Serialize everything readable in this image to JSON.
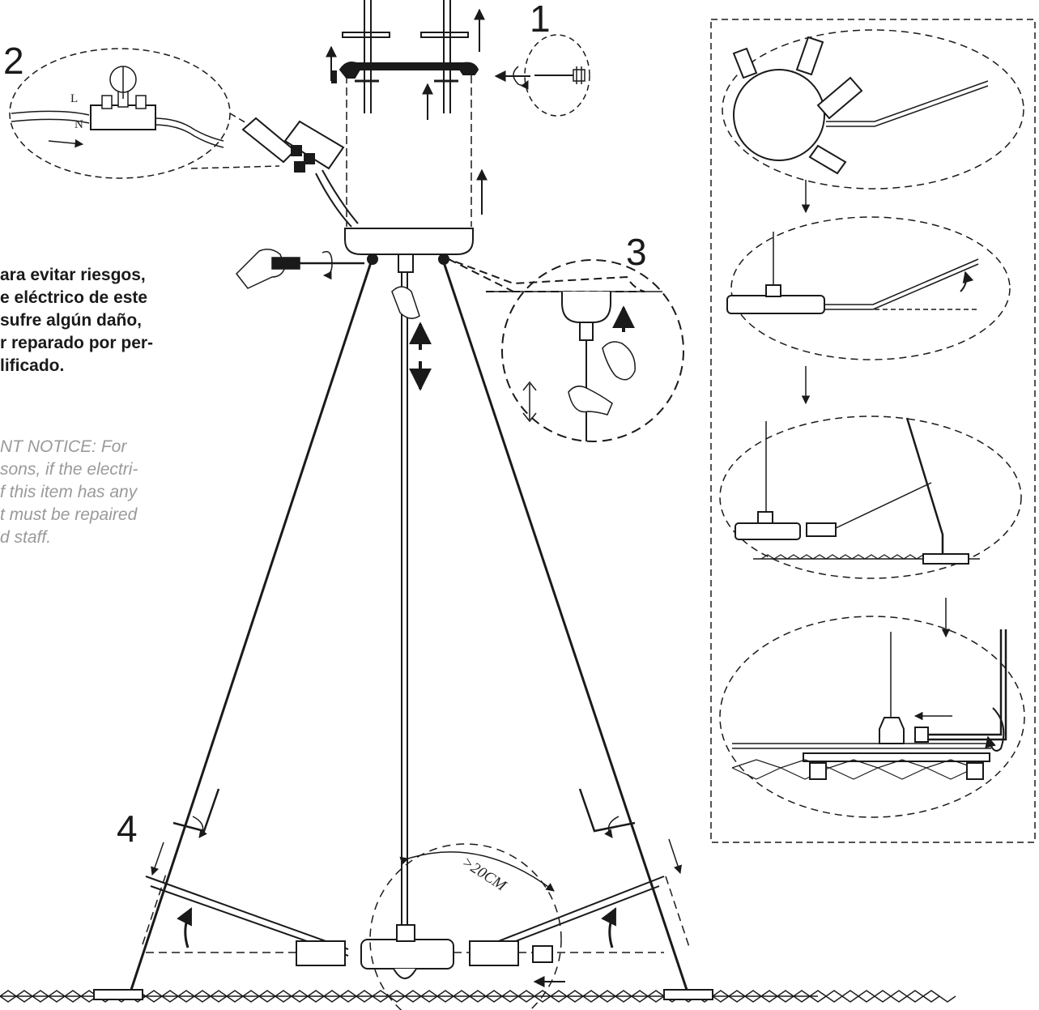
{
  "steps": [
    "1",
    "2",
    "3",
    "4"
  ],
  "notice_es": {
    "lines": [
      "ara evitar riesgos,",
      "e eléctrico de este",
      "sufre algún daño,",
      "r reparado por per-",
      "lificado."
    ]
  },
  "notice_en": {
    "lines": [
      "NT NOTICE: For",
      "sons, if the electri-",
      "f this item has any",
      "t must be repaired",
      "d staff."
    ]
  },
  "wire_labels": {
    "live": "L",
    "neutral": "N"
  },
  "min_distance": ">20CM",
  "colors": {
    "ink": "#1a1a1a",
    "grey_text": "#9a9a9a",
    "background": "#ffffff"
  }
}
